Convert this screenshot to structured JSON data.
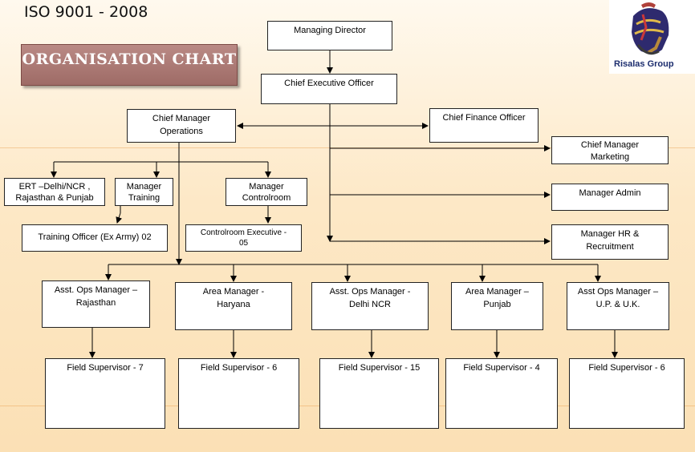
{
  "header": {
    "iso": "ISO 9001 - 2008",
    "title": "ORGANISATION CHART"
  },
  "logo": {
    "brand": "Risalas Group",
    "icon": "helmet-logo"
  },
  "colors": {
    "title_bg": "#a8736e",
    "line": "#000000",
    "bg": "#fde8c6"
  },
  "nodes": {
    "md": "Managing Director",
    "ceo": "Chief Executive Officer",
    "cmo": "Chief Manager\nOperations",
    "cfo": "Chief Finance Officer",
    "cmm": "Chief Manager\nMarketing",
    "admin": "Manager Admin",
    "hr": "Manager HR &\nRecruitment",
    "ert": "ERT –Delhi/NCR ,\nRajasthan & Punjab",
    "mtraining": "Manager\nTraining",
    "mcontrol": "Manager\nControlroom",
    "trainingofficer": "Training Officer (Ex Army) 02",
    "controlexec": "Controlroom Executive -\n05",
    "raj": "Asst. Ops Manager –\nRajasthan",
    "har": "Area Manager  -\nHaryana",
    "del": "Asst. Ops Manager  -\nDelhi NCR",
    "pun": "Area Manager –\nPunjab",
    "up": "Asst Ops Manager –\nU.P. & U.K.",
    "fs_raj": "Field Supervisor - 7",
    "fs_har": "Field Supervisor - 6",
    "fs_del": "Field Supervisor - 15",
    "fs_pun": "Field Supervisor - 4",
    "fs_up": "Field Supervisor - 6"
  }
}
